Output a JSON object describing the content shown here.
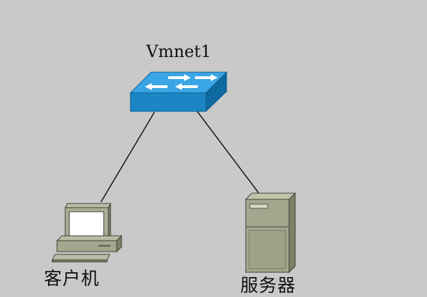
{
  "diagram": {
    "switch": {
      "label": "Vmnet1",
      "icon": "network-switch-icon",
      "color": "#1f8fd0"
    },
    "client": {
      "label": "客户机",
      "icon": "desktop-computer-icon"
    },
    "server": {
      "label": "服务器",
      "icon": "tower-server-icon"
    },
    "links": [
      {
        "from": "switch",
        "to": "client"
      },
      {
        "from": "switch",
        "to": "server"
      }
    ],
    "background": "#c9c9c9"
  }
}
